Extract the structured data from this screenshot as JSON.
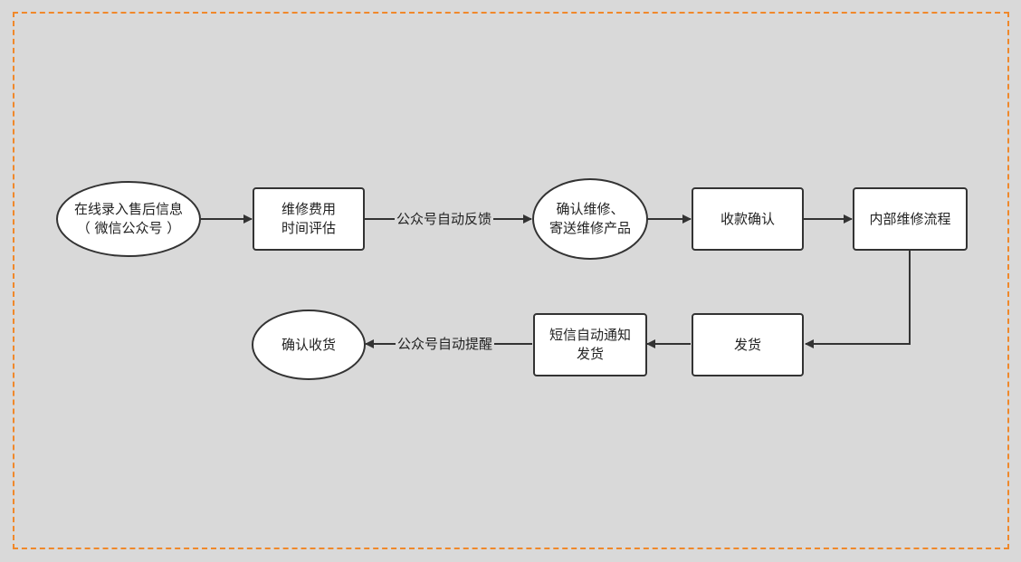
{
  "nodes": {
    "n1": "在线录入售后信息\n（ 微信公众号 ）",
    "n2": "维修费用\n时间评估",
    "n3": "确认维修、\n寄送维修产品",
    "n4": "收款确认",
    "n5": "内部维修流程",
    "n6": "发货",
    "n7": "短信自动通知\n发货",
    "n8": "确认收货"
  },
  "edge_labels": {
    "e23": "公众号自动反馈",
    "e78": "公众号自动提醒"
  },
  "colors": {
    "background": "#d9d9d9",
    "frame_border": "#f0882a",
    "node_border": "#333333"
  }
}
